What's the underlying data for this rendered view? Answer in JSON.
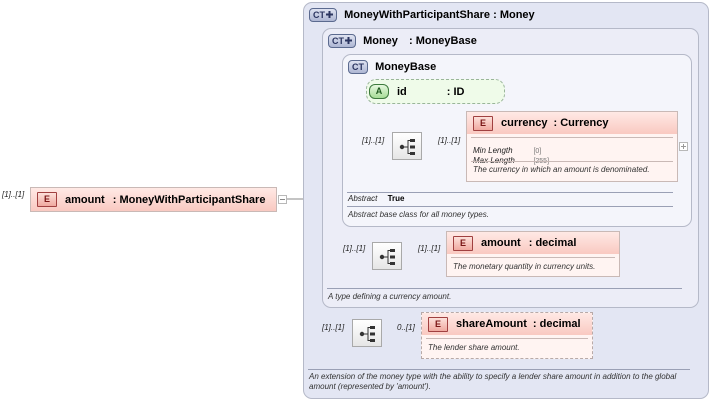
{
  "diagram": {
    "root_element": {
      "badge": "E",
      "name": "amount",
      "type": ": MoneyWithParticipantShare",
      "multiplicity": "[1]..[1]"
    },
    "ct_money_with_participant_share": {
      "badge": "CT",
      "title": "MoneyWithParticipantShare : Money",
      "documentation": "An extension of the money type with the ability to specify a lender share amount in addition to the global amount (represented by 'amount').",
      "ct_money": {
        "badge": "CT",
        "name": "Money",
        "base": ": MoneyBase",
        "documentation": "A type defining a currency amount.",
        "ct_money_base": {
          "badge": "CT",
          "title": "MoneyBase",
          "abstract_key": "Abstract",
          "abstract_value": "True",
          "documentation": "Abstract base class for all money types.",
          "attribute_id": {
            "badge": "A",
            "name": "id",
            "type": ": ID"
          },
          "sequence_multiplicity": "[1]..[1]",
          "currency": {
            "badge": "E",
            "name": "currency",
            "type": ": Currency",
            "multiplicity": "[1]..[1]",
            "facets": [
              {
                "key": "Min Length",
                "value": "[0]"
              },
              {
                "key": "Max Length",
                "value": "[255]"
              }
            ],
            "documentation": "The currency in which an amount is denominated."
          }
        },
        "sequence_multiplicity": "[1]..[1]",
        "amount_decimal": {
          "badge": "E",
          "name": "amount",
          "type": ": decimal",
          "multiplicity": "[1]..[1]",
          "documentation": "The monetary quantity in currency units."
        }
      },
      "sequence_multiplicity": "[1]..[1]",
      "share_amount": {
        "badge": "E",
        "name": "shareAmount",
        "type": ": decimal",
        "multiplicity": "0..[1]",
        "documentation": "The lender share amount."
      }
    }
  }
}
